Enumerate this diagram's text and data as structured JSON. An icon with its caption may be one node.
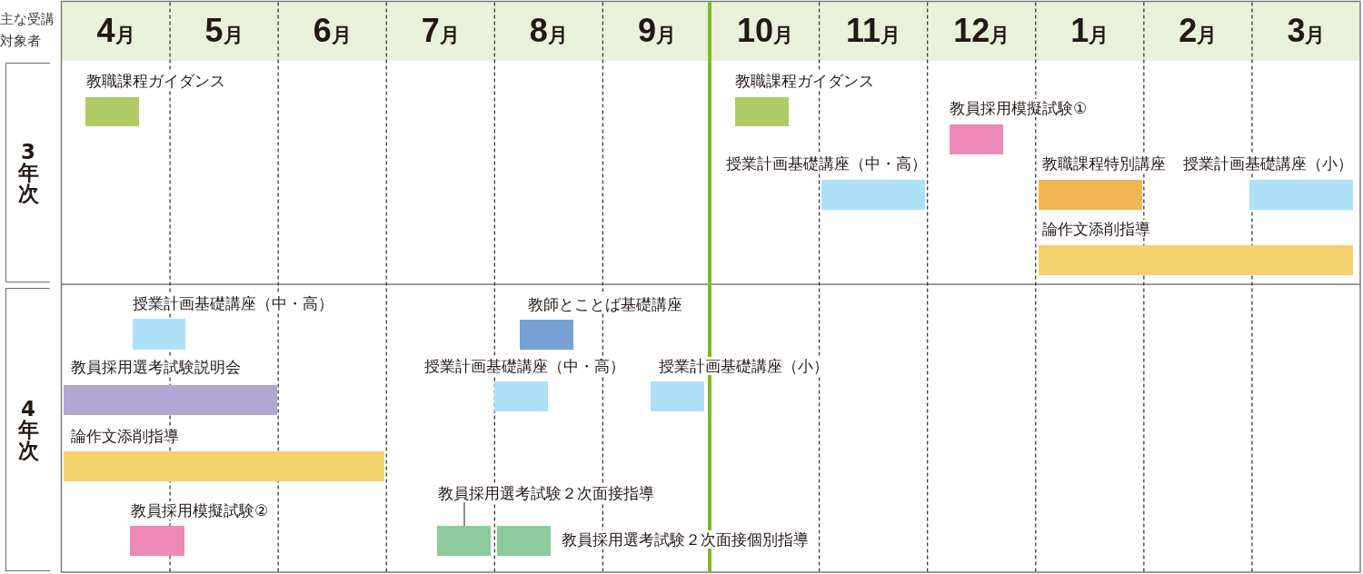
{
  "diagram": {
    "nodes": [
      {
        "text": [
          "3年次"
        ]
      },
      {
        "text": [
          "教職課程ガイダンス"
        ]
      },
      {
        "text": [
          "教職課程ガイダンス"
        ]
      },
      {
        "text": [
          "教員採用模擬試験①"
        ]
      },
      {
        "text": [
          "授業計画基礎講座（中・高）"
        ]
      },
      {
        "text": [
          "教職課程特別講座"
        ]
      },
      {
        "text": [
          "授業計画基礎講座（小）"
        ]
      },
      {
        "text": [
          "論作文添削指導"
        ]
      },
      {
        "text": [
          "4年次"
        ]
      },
      {
        "text": [
          "授業計画基礎講座（中・高）"
        ]
      },
      {
        "text": [
          "教師とことば基礎講座"
        ]
      },
      {
        "text": [
          "教員採用選考試験説明会"
        ]
      },
      {
        "text": [
          "授業計画基礎講座（中・高）"
        ]
      },
      {
        "text": [
          "授業計画基礎講座（小）"
        ]
      },
      {
        "text": [
          "論作文添削指導"
        ]
      },
      {
        "text": [
          "教員採用選考試験２次面接指導"
        ]
      },
      {
        "text": [
          "教員採用模擬試験②"
        ]
      },
      {
        "text": [],
        "shape": "bar"
      },
      {
        "text": [
          "教員採用選考試験２次面接個別指導"
        ]
      }
    ],
    "edges": [
      {
        "from": 15,
        "to": 17,
        "arrow": "none"
      }
    ],
    "labels": [
      "主な受講対象者",
      "4月",
      "5月",
      "6月",
      "7月",
      "8月",
      "9月",
      "10月",
      "11月",
      "12月",
      "1月",
      "2月",
      "3月"
    ]
  }
}
